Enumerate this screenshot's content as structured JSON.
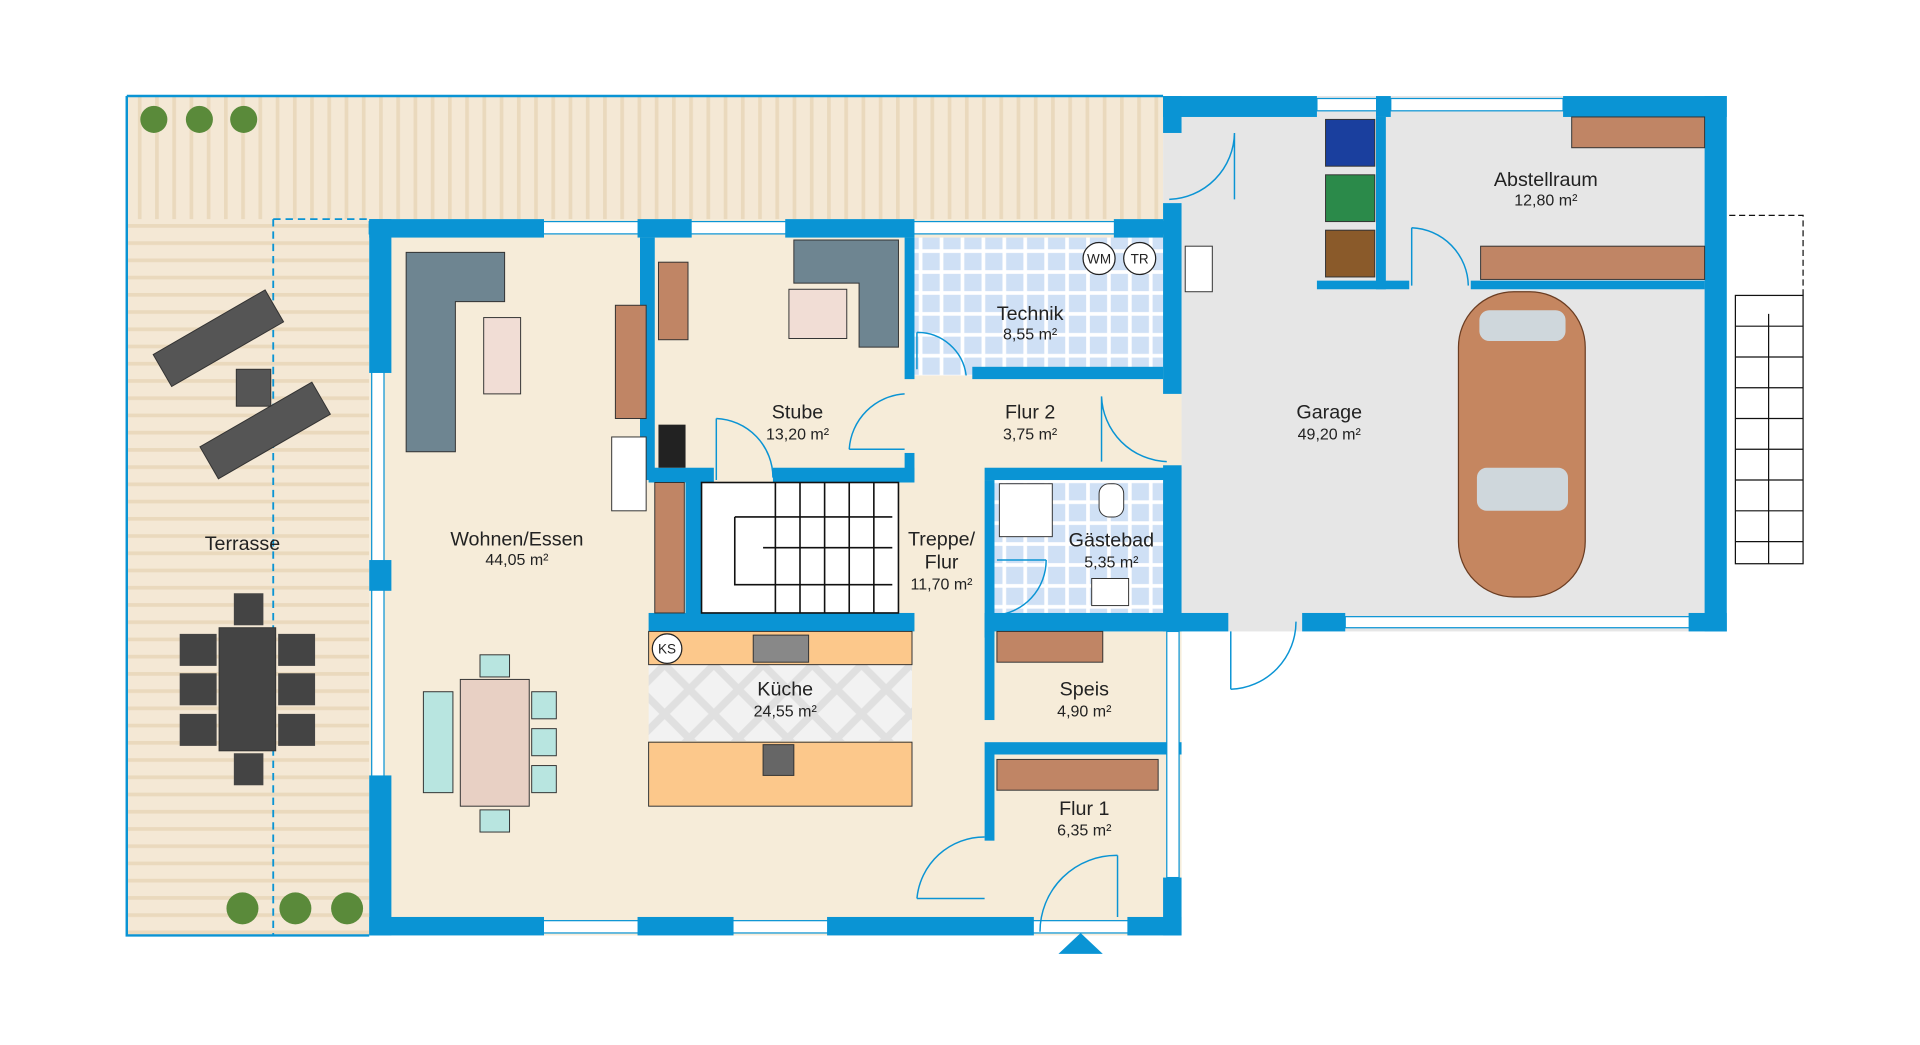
{
  "plan": {
    "rooms": [
      {
        "id": "terrasse",
        "name": "Terrasse",
        "area": ""
      },
      {
        "id": "wohnen",
        "name": "Wohnen/Essen",
        "area": "44,05 m²"
      },
      {
        "id": "stube",
        "name": "Stube",
        "area": "13,20 m²"
      },
      {
        "id": "technik",
        "name": "Technik",
        "area": "8,55 m²"
      },
      {
        "id": "flur2",
        "name": "Flur 2",
        "area": "3,75 m²"
      },
      {
        "id": "garage",
        "name": "Garage",
        "area": "49,20 m²"
      },
      {
        "id": "abstellraum",
        "name": "Abstellraum",
        "area": "12,80 m²"
      },
      {
        "id": "treppe",
        "name": "Treppe/",
        "name2": "Flur",
        "area": "11,70 m²"
      },
      {
        "id": "gaestebad",
        "name": "Gästebad",
        "area": "5,35 m²"
      },
      {
        "id": "kueche",
        "name": "Küche",
        "area": "24,55 m²"
      },
      {
        "id": "speis",
        "name": "Speis",
        "area": "4,90 m²"
      },
      {
        "id": "flur1",
        "name": "Flur 1",
        "area": "6,35 m²"
      }
    ],
    "symbols": {
      "washer": "WM",
      "dryer": "TR",
      "fridge": "KS"
    },
    "colors": {
      "wall": "#0a94d4",
      "floor": "#f6ecd9",
      "garage": "#e6e6e6",
      "tile": "#cfe0f5",
      "deck": "#f1e4cf",
      "counter": "#fcc88b",
      "wood": "#c08565",
      "car": "#c58660"
    }
  }
}
